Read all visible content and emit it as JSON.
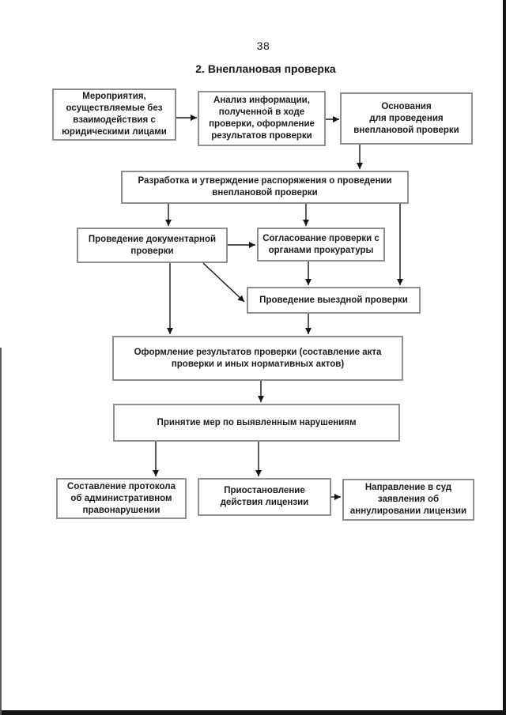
{
  "page": {
    "number": "38",
    "title": "2. Внеплановая проверка"
  },
  "colors": {
    "box_border": "#8f8f8f",
    "text": "#1c1c1c",
    "arrow": "#161616",
    "scan_edge": "#151515",
    "background": "#ffffff"
  },
  "nodes": [
    {
      "id": "events-without-interaction",
      "label": "Мероприятия,\nосуществляемые без\nвзаимодействия с\nюридическими лицами"
    },
    {
      "id": "information-analysis",
      "label": "Анализ информации,\nполученной в ходе\nпроверки, оформление\nрезультатов проверки"
    },
    {
      "id": "inspection-grounds",
      "label": "Основания\nдля проведения\nвнеплановой проверки"
    },
    {
      "id": "order-development",
      "label": "Разработка и утверждение распоряжения о проведении\nвнеплановой проверки"
    },
    {
      "id": "documentary-inspection",
      "label": "Проведение документарной\nпроверки"
    },
    {
      "id": "prosecutor-approval",
      "label": "Согласование проверки с\nорганами прокуратуры"
    },
    {
      "id": "field-inspection",
      "label": "Проведение выездной проверки"
    },
    {
      "id": "results-registration",
      "label": "Оформление результатов проверки (составление акта\nпроверки и иных нормативных актов)"
    },
    {
      "id": "measures-taken",
      "label": "Принятие мер по выявленным нарушениям"
    },
    {
      "id": "protocol-drafting",
      "label": "Составление протокола\nоб административном\nправонарушении"
    },
    {
      "id": "license-suspension",
      "label": "Приостановление\nдействия лицензии"
    },
    {
      "id": "court-application",
      "label": "Направление в суд\nзаявления об\nаннулировании лицензии"
    }
  ],
  "edges": [
    {
      "from": "events-without-interaction",
      "to": "information-analysis"
    },
    {
      "from": "information-analysis",
      "to": "inspection-grounds"
    },
    {
      "from": "inspection-grounds",
      "to": "order-development"
    },
    {
      "from": "order-development",
      "to": "documentary-inspection"
    },
    {
      "from": "order-development",
      "to": "prosecutor-approval"
    },
    {
      "from": "order-development",
      "to": "field-inspection"
    },
    {
      "from": "documentary-inspection",
      "to": "prosecutor-approval"
    },
    {
      "from": "prosecutor-approval",
      "to": "field-inspection"
    },
    {
      "from": "documentary-inspection",
      "to": "field-inspection"
    },
    {
      "from": "documentary-inspection",
      "to": "results-registration"
    },
    {
      "from": "field-inspection",
      "to": "results-registration"
    },
    {
      "from": "results-registration",
      "to": "measures-taken"
    },
    {
      "from": "measures-taken",
      "to": "protocol-drafting"
    },
    {
      "from": "measures-taken",
      "to": "license-suspension"
    },
    {
      "from": "license-suspension",
      "to": "court-application"
    }
  ]
}
